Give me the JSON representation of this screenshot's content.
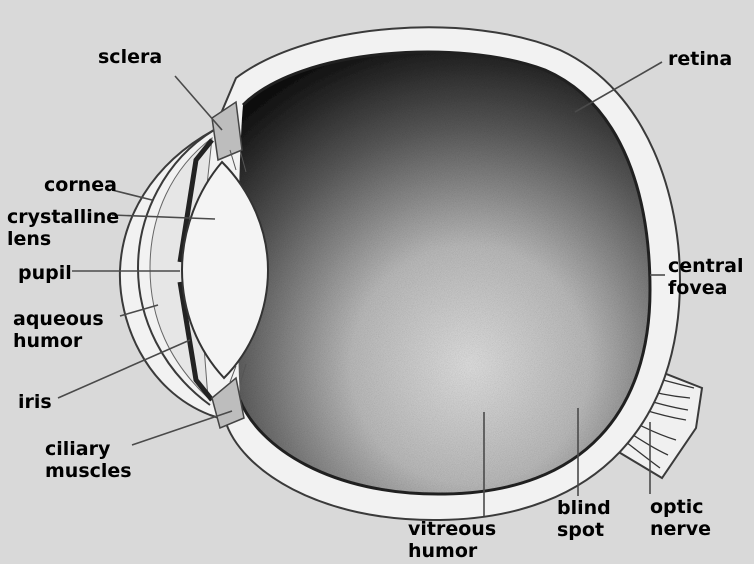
{
  "diagram": {
    "labels": {
      "sclera": [
        "sclera"
      ],
      "retina": [
        "retina"
      ],
      "cornea": [
        "cornea"
      ],
      "crystalline_lens": [
        "crystalline",
        "lens"
      ],
      "pupil": [
        "pupil"
      ],
      "aqueous_humor": [
        "aqueous",
        "humor"
      ],
      "central_fovea": [
        "central",
        "fovea"
      ],
      "iris": [
        "iris"
      ],
      "ciliary_muscles": [
        "ciliary",
        "muscles"
      ],
      "vitreous_humor": [
        "vitreous",
        "humor"
      ],
      "blind_spot": [
        "blind",
        "spot"
      ],
      "optic_nerve": [
        "optic",
        "nerve"
      ]
    }
  },
  "colors": {
    "background": "#d9d9d9",
    "sclera": "#f2f2f2",
    "interior_dark": "#0f0f0f",
    "interior_light": "#e0e0e0",
    "lens": "#f4f4f4",
    "leader_line": "#4a4a4a",
    "label_text": "#000000"
  }
}
